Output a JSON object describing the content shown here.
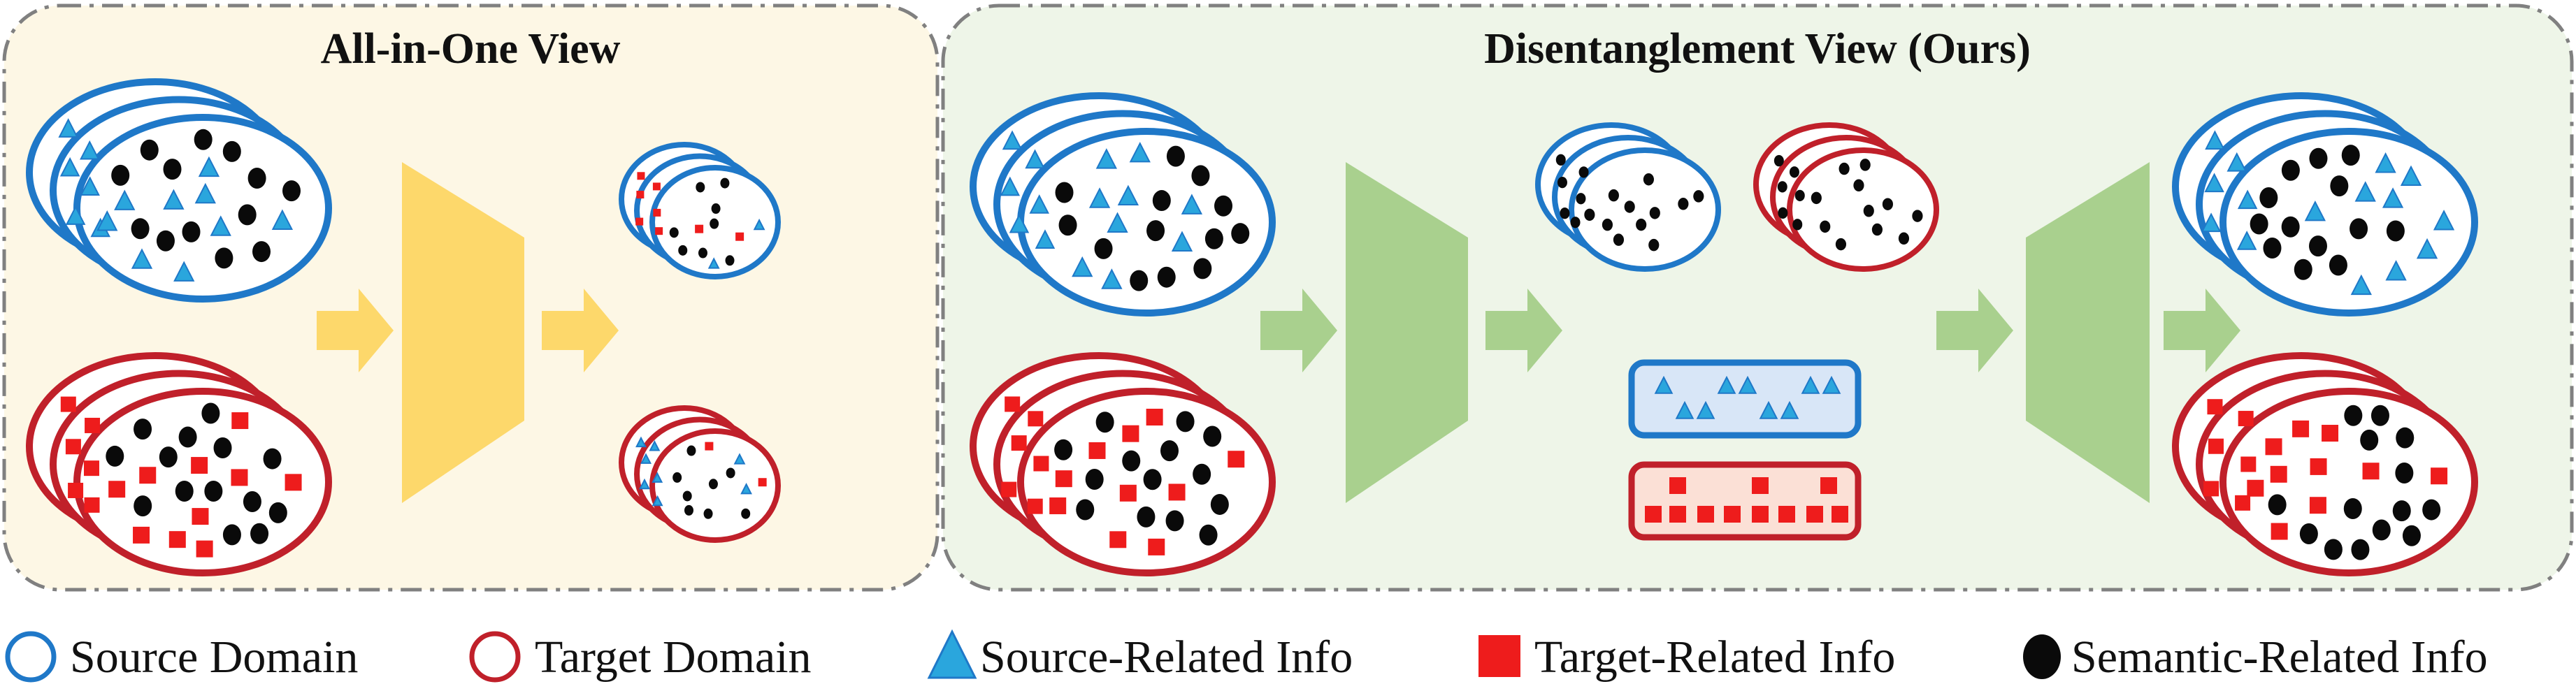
{
  "panels": {
    "left": {
      "title": "All-in-One View",
      "bg": "#fdf7e5",
      "accent": "#fdd86b"
    },
    "right": {
      "title": "Disentanglement View (Ours)",
      "bg": "#eef5e8",
      "accent": "#a9d08e"
    }
  },
  "colors": {
    "source": "#1f78c8",
    "target": "#c0202a",
    "source_triangle": "#2aa6dd",
    "target_square": "#ee1c1c",
    "semantic": "#0a0a0a",
    "source_feature_fill": "#d8e6f7",
    "target_feature_fill": "#fbe0d6",
    "panel_border": "#808080"
  },
  "legend": {
    "source_domain": "Source Domain",
    "target_domain": "Target Domain",
    "source_related": "Source-Related Info",
    "target_related": "Target-Related Info",
    "semantic_related": "Semantic-Related Info"
  }
}
